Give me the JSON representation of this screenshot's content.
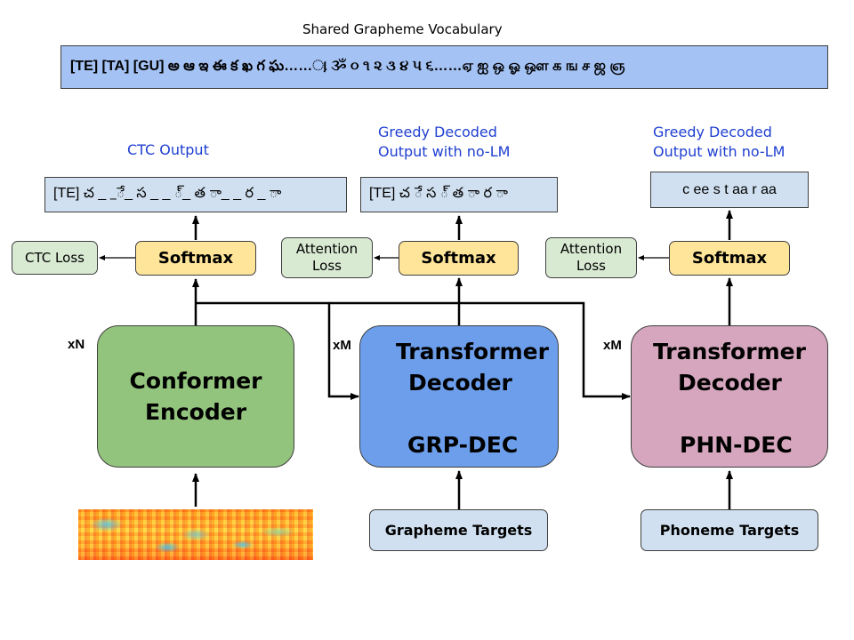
{
  "vocab": {
    "title": "Shared Grapheme Vocabulary",
    "content": "[TE] [TA] [GU] అ ఆ  ఇ ఈ  క ఖ గ ఘ……ા઼ ૐ ૦ ૧ ૨ ૩ ૪ ૫ ૬……ஏ ஐ ஒ ஓ  ஔ க ங ச ஜ ஞ"
  },
  "col1": {
    "caption": "CTC Output",
    "output": "[TE] చ _ _ే_ స _ _ ్_ త ా_ _ ర _ ా",
    "loss": "CTC Loss",
    "softmax": "Softmax",
    "repeat": "xN",
    "block_line1": "Conformer",
    "block_line2": "Encoder"
  },
  "col2": {
    "caption_line1": "Greedy Decoded",
    "caption_line2": "Output with no-LM",
    "output": "[TE] చ ే స ్ త ా ర ా",
    "loss_line1": "Attention",
    "loss_line2": "Loss",
    "softmax": "Softmax",
    "repeat": "xM",
    "block_line1": "Transformer",
    "block_line2": "Decoder",
    "block_line3": "GRP-DEC",
    "targets": "Grapheme Targets"
  },
  "col3": {
    "caption_line1": "Greedy Decoded",
    "caption_line2": "Output with no-LM",
    "output": "c ee s t aa r aa",
    "loss_line1": "Attention",
    "loss_line2": "Loss",
    "softmax": "Softmax",
    "repeat": "xM",
    "block_line1": "Transformer",
    "block_line2": "Decoder",
    "block_line3": "PHN-DEC",
    "targets": "Phoneme Targets"
  },
  "colors": {
    "encoder": "#93c47d",
    "grp_dec": "#6d9eeb",
    "phn_dec": "#d5a6bd",
    "softmax": "#ffe599",
    "loss": "#d9ead3",
    "output": "#d0e0f0",
    "vocab": "#a4c2f4",
    "caption": "#1f3fd0"
  }
}
